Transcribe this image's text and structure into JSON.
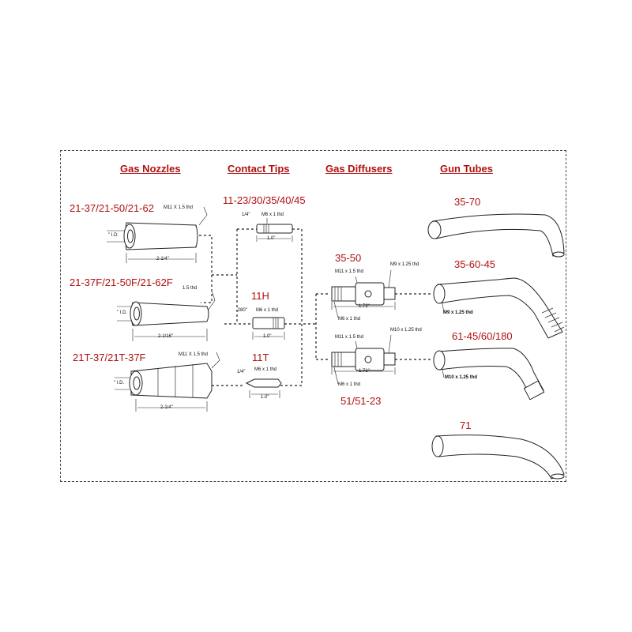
{
  "headers": {
    "gas_nozzles": "Gas Nozzles",
    "contact_tips": "Contact Tips",
    "gas_diffusers": "Gas Diffusers",
    "gun_tubes": "Gun Tubes"
  },
  "colors": {
    "accent": "#b01010",
    "line": "#222222",
    "background": "#ffffff"
  },
  "nozzles": [
    {
      "part_numbers": "21-37/21-50/21-62",
      "thread": "M11 X 1.5 thd",
      "id_label": "\" I.D.",
      "length": "2-1/4\""
    },
    {
      "part_numbers": "21-37F/21-50F/21-62F",
      "thread": "1.5 thd",
      "id_label": "\" I.D.",
      "length": "2-1/16\""
    },
    {
      "part_numbers": "21T-37/21T-37F",
      "thread": "M11 X 1.5 thd",
      "id_label": "\" I.D.",
      "length": "2-1/4\""
    }
  ],
  "tips": [
    {
      "part_numbers": "11-23/30/35/40/45",
      "diameter": "1/4\"",
      "thread": "M6 x 1 thd",
      "length": "1.0\""
    },
    {
      "part_numbers": "11H",
      "diameter": ".280\"",
      "thread": "M6 x 1 thd",
      "length": "1.0\""
    },
    {
      "part_numbers": "11T",
      "diameter": "1/4\"",
      "thread": "M6 x 1 thd",
      "length": "1.0\""
    }
  ],
  "diffusers": [
    {
      "part_numbers": "35-50",
      "thread_left": "M11 x 1.5 thd",
      "thread_right": "M9 x 1.25 thd",
      "thread_bottom": "M6 x 1 thd",
      "length": "1.72\""
    },
    {
      "part_numbers": "51/51-23",
      "thread_left": "M11 x 1.5 thd",
      "thread_right": "M10 x 1.25 thd",
      "thread_bottom": "M6 x 1 thd",
      "length": "1.71\""
    }
  ],
  "tubes": [
    {
      "part_numbers": "35-70"
    },
    {
      "part_numbers": "35-60-45",
      "thread": "M9 x 1.25 thd"
    },
    {
      "part_numbers": "61-45/60/180",
      "thread": "M10 x 1.25 thd"
    },
    {
      "part_numbers": "71"
    }
  ]
}
